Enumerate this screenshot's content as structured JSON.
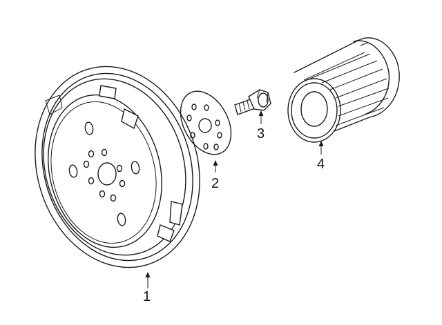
{
  "callouts": {
    "flexplate": "1",
    "reinforcement_plate": "2",
    "bolt": "3",
    "filter": "4"
  }
}
